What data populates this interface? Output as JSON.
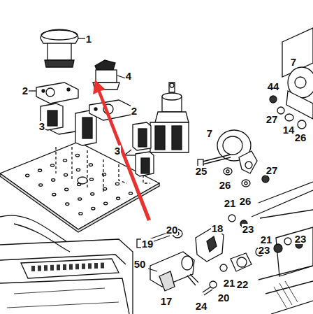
{
  "diagram": {
    "labels": [
      "1",
      "2",
      "4",
      "2",
      "3",
      "3",
      "7",
      "44",
      "27",
      "14",
      "26",
      "7",
      "25",
      "26",
      "27",
      "26",
      "21",
      "23",
      "20",
      "18",
      "19",
      "21",
      "23",
      "23",
      "50",
      "21",
      "22",
      "17",
      "20",
      "24"
    ]
  }
}
